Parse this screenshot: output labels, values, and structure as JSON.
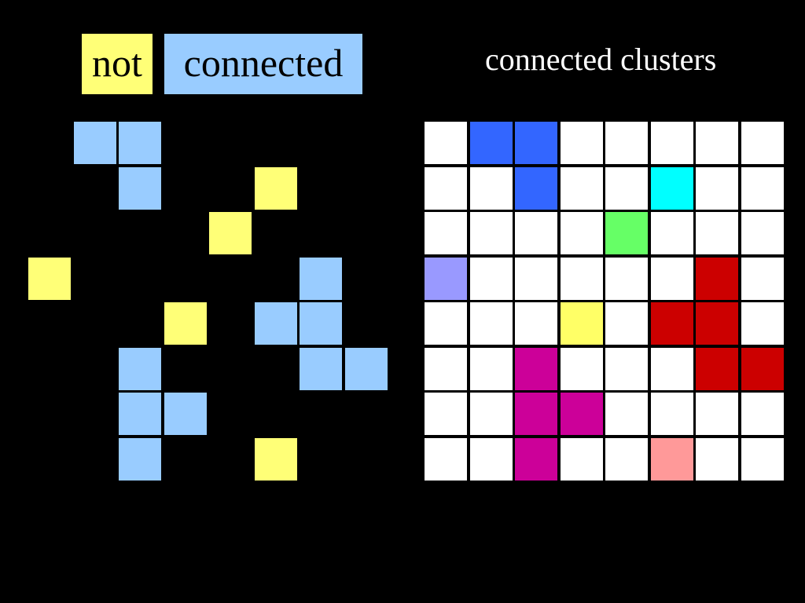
{
  "legend": {
    "not_label": "not",
    "not_color": "#ffff77",
    "connected_label": "connected",
    "connected_color": "#99ccff"
  },
  "right_title": "connected clusters",
  "left_grid": {
    "background": "#000000",
    "cells": [
      {
        "row": 0,
        "col": 1,
        "color": "#99ccff"
      },
      {
        "row": 0,
        "col": 2,
        "color": "#99ccff"
      },
      {
        "row": 1,
        "col": 2,
        "color": "#99ccff"
      },
      {
        "row": 1,
        "col": 5,
        "color": "#ffff77"
      },
      {
        "row": 2,
        "col": 4,
        "color": "#ffff77"
      },
      {
        "row": 3,
        "col": 0,
        "color": "#ffff77"
      },
      {
        "row": 3,
        "col": 6,
        "color": "#99ccff"
      },
      {
        "row": 4,
        "col": 3,
        "color": "#ffff77"
      },
      {
        "row": 4,
        "col": 5,
        "color": "#99ccff"
      },
      {
        "row": 4,
        "col": 6,
        "color": "#99ccff"
      },
      {
        "row": 5,
        "col": 2,
        "color": "#99ccff"
      },
      {
        "row": 5,
        "col": 6,
        "color": "#99ccff"
      },
      {
        "row": 5,
        "col": 7,
        "color": "#99ccff"
      },
      {
        "row": 6,
        "col": 2,
        "color": "#99ccff"
      },
      {
        "row": 6,
        "col": 3,
        "color": "#99ccff"
      },
      {
        "row": 7,
        "col": 2,
        "color": "#99ccff"
      },
      {
        "row": 7,
        "col": 5,
        "color": "#ffff77"
      }
    ]
  },
  "right_grid": {
    "rows": 8,
    "cols": 8,
    "default_color": "#ffffff",
    "colored_cells": [
      {
        "row": 0,
        "col": 1,
        "color": "#3366ff"
      },
      {
        "row": 0,
        "col": 2,
        "color": "#3366ff"
      },
      {
        "row": 1,
        "col": 2,
        "color": "#3366ff"
      },
      {
        "row": 1,
        "col": 5,
        "color": "#00ffff"
      },
      {
        "row": 2,
        "col": 4,
        "color": "#66ff66"
      },
      {
        "row": 3,
        "col": 0,
        "color": "#9999ff"
      },
      {
        "row": 3,
        "col": 6,
        "color": "#cc0000"
      },
      {
        "row": 4,
        "col": 3,
        "color": "#ffff66"
      },
      {
        "row": 4,
        "col": 5,
        "color": "#cc0000"
      },
      {
        "row": 4,
        "col": 6,
        "color": "#cc0000"
      },
      {
        "row": 5,
        "col": 2,
        "color": "#cc0099"
      },
      {
        "row": 5,
        "col": 6,
        "color": "#cc0000"
      },
      {
        "row": 5,
        "col": 7,
        "color": "#cc0000"
      },
      {
        "row": 6,
        "col": 2,
        "color": "#cc0099"
      },
      {
        "row": 6,
        "col": 3,
        "color": "#cc0099"
      },
      {
        "row": 7,
        "col": 2,
        "color": "#cc0099"
      },
      {
        "row": 7,
        "col": 5,
        "color": "#ff9999"
      }
    ]
  }
}
